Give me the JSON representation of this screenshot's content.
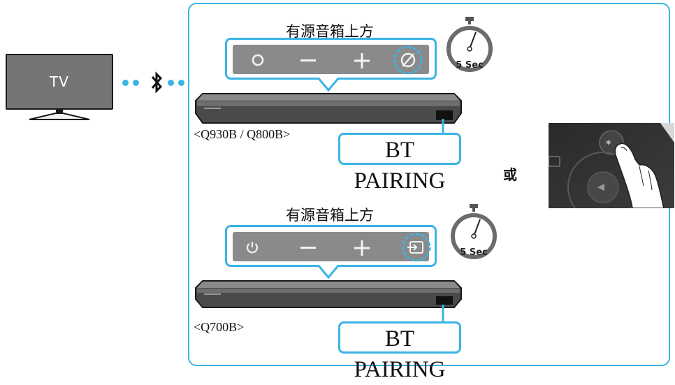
{
  "tv": {
    "label": "TV"
  },
  "connection": {
    "icon": "bluetooth-icon",
    "color": "#3ab4e4"
  },
  "or_text": "或",
  "sections": [
    {
      "top_label": "有源音箱上方",
      "buttons": [
        "power-icon",
        "volume-down-icon",
        "volume-up-icon",
        "source-icon"
      ],
      "highlighted_button": "source-icon",
      "timer_label": "5 Sec",
      "model": "<Q930B / Q800B>",
      "bt_label": "BT PAIRING"
    },
    {
      "top_label": "有源音箱上方",
      "buttons": [
        "power-icon",
        "volume-down-icon",
        "volume-up-icon",
        "source-icon"
      ],
      "highlighted_button": "source-icon",
      "timer_label": "5 Sec",
      "model": "<Q700B>",
      "bt_label": "BT PAIRING"
    }
  ],
  "colors": {
    "accent": "#3ab4e4",
    "panel_grey": "#8a8a8a",
    "soundbar_dark": "#3a3a3a"
  }
}
